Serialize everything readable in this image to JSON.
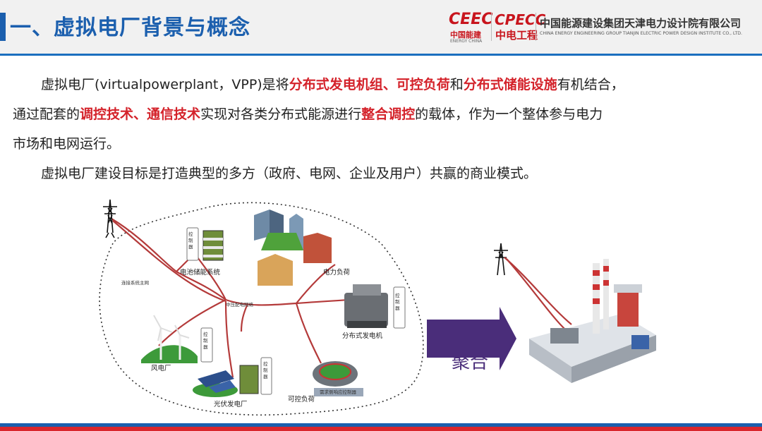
{
  "header": {
    "title": "一、虚拟电厂背景与概念",
    "logo1": {
      "mark": "CEEC",
      "cn": "中国能建",
      "en": "ENERGY CHINA"
    },
    "logo2": {
      "mark": "CPECC",
      "cn": "中电工程"
    },
    "company_cn": "中国能源建设集团天津电力设计院有限公司",
    "company_en": "CHINA ENERGY ENGINEERING GROUP TIANJIN ELECTRIC POWER DESIGN INSTITUTE CO., LTD."
  },
  "body": {
    "p1_a": "虚拟电厂(virtualpowerplant，VPP)是将",
    "p1_b": "分布式发电机组",
    "p1_c": "、",
    "p1_d": "可控负荷",
    "p1_e": "和",
    "p1_f": "分布式储能设施",
    "p1_g": "有机结合，",
    "p2_a": "通过配套的",
    "p2_b": "调控技术",
    "p2_c": "、",
    "p2_d": "通信技术",
    "p2_e": "实现对各类分布式能源进行",
    "p2_f": "整合调控",
    "p2_g": "的载体，作为一个整体参与电力",
    "p3": "市场和电网运行。",
    "p4": "虚拟电厂建设目标是打造典型的多方（政府、电网、企业及用户）共赢的商业模式。"
  },
  "diagram": {
    "controller": "控制器",
    "battery": "电池储能系统",
    "load": "电力负荷",
    "main_grid": "连接系统主网",
    "medium_grid": "中压配电网络",
    "dist_gen": "分布式发电机",
    "wind": "风电厂",
    "solar": "光伏发电厂",
    "ctrl_load": "可控负荷",
    "demand_ctrl": "需求侧响应控制器",
    "aggregate": "聚合"
  },
  "colors": {
    "title": "#1b5fae",
    "highlight": "#d4222a",
    "arrow": "#4a2d7a",
    "footer_red": "#d9262c"
  }
}
